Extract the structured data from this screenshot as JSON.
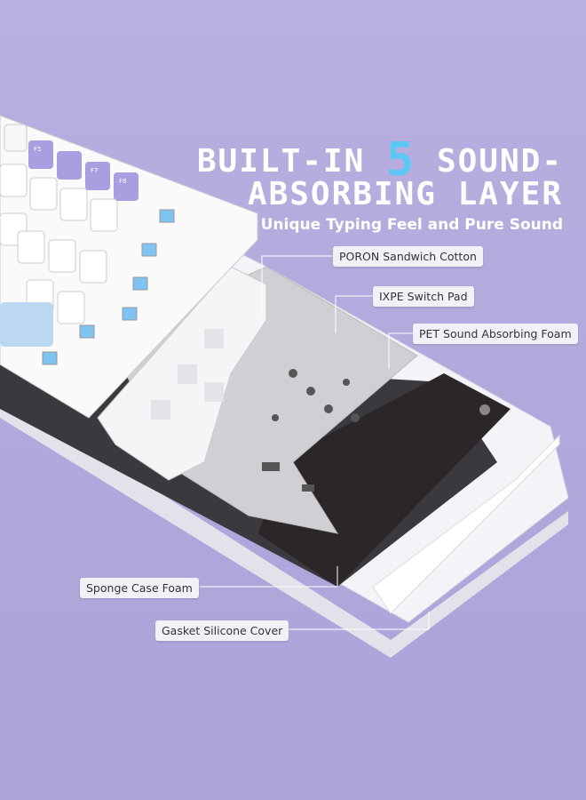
{
  "headline": {
    "line1_prefix": "BUILT-IN",
    "highlight_number": "5",
    "line1_suffix": "SOUND-",
    "line2": "ABSORBING LAYER",
    "subtitle": "Unique Typing Feel and Pure Sound"
  },
  "callouts": [
    {
      "label": "PORON Sandwich Cotton"
    },
    {
      "label": "IXPE Switch Pad"
    },
    {
      "label": "PET Sound Absorbing Foam"
    },
    {
      "label": "Sponge Case Foam"
    },
    {
      "label": "Gasket Silicone Cover"
    }
  ],
  "keycaps": {
    "f5": "F5",
    "f7": "F7",
    "f8": "F8"
  },
  "colors": {
    "background": "#b4aadd",
    "highlight": "#5ac8f5",
    "keycap_accent": "#a89ee0",
    "switch": "#7fc4f0",
    "foam": "#2b2728"
  }
}
